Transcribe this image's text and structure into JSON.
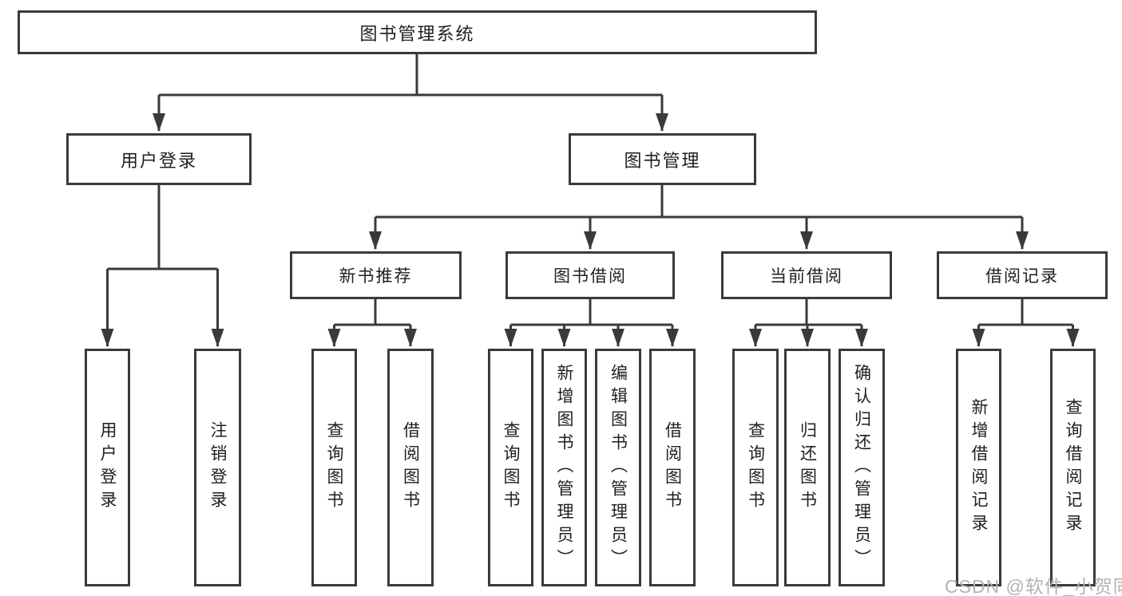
{
  "diagram": {
    "root": {
      "label": "图书管理系统"
    },
    "branches": [
      {
        "label": "用户登录",
        "children": [
          {
            "label": "用户登录"
          },
          {
            "label": "注销登录"
          }
        ]
      },
      {
        "label": "图书管理",
        "groups": [
          {
            "label": "新书推荐",
            "children": [
              {
                "label": "查询图书"
              },
              {
                "label": "借阅图书"
              }
            ]
          },
          {
            "label": "图书借阅",
            "children": [
              {
                "label": "查询图书"
              },
              {
                "label": "新增图书（管理员）"
              },
              {
                "label": "编辑图书（管理员）"
              },
              {
                "label": "借阅图书"
              }
            ]
          },
          {
            "label": "当前借阅",
            "children": [
              {
                "label": "查询图书"
              },
              {
                "label": "归还图书"
              },
              {
                "label": "确认归还（管理员）"
              }
            ]
          },
          {
            "label": "借阅记录",
            "children": [
              {
                "label": "新增借阅记录"
              },
              {
                "label": "查询借阅记录"
              }
            ]
          }
        ]
      }
    ]
  },
  "watermark": {
    "text": "CSDN @软件_小贺同学",
    "color": "#b3b3b3"
  },
  "colors": {
    "line": "#3a3a3a",
    "node_border": "#3a3a3a",
    "node_text": "#1f1f1f",
    "background": "#ffffff"
  }
}
